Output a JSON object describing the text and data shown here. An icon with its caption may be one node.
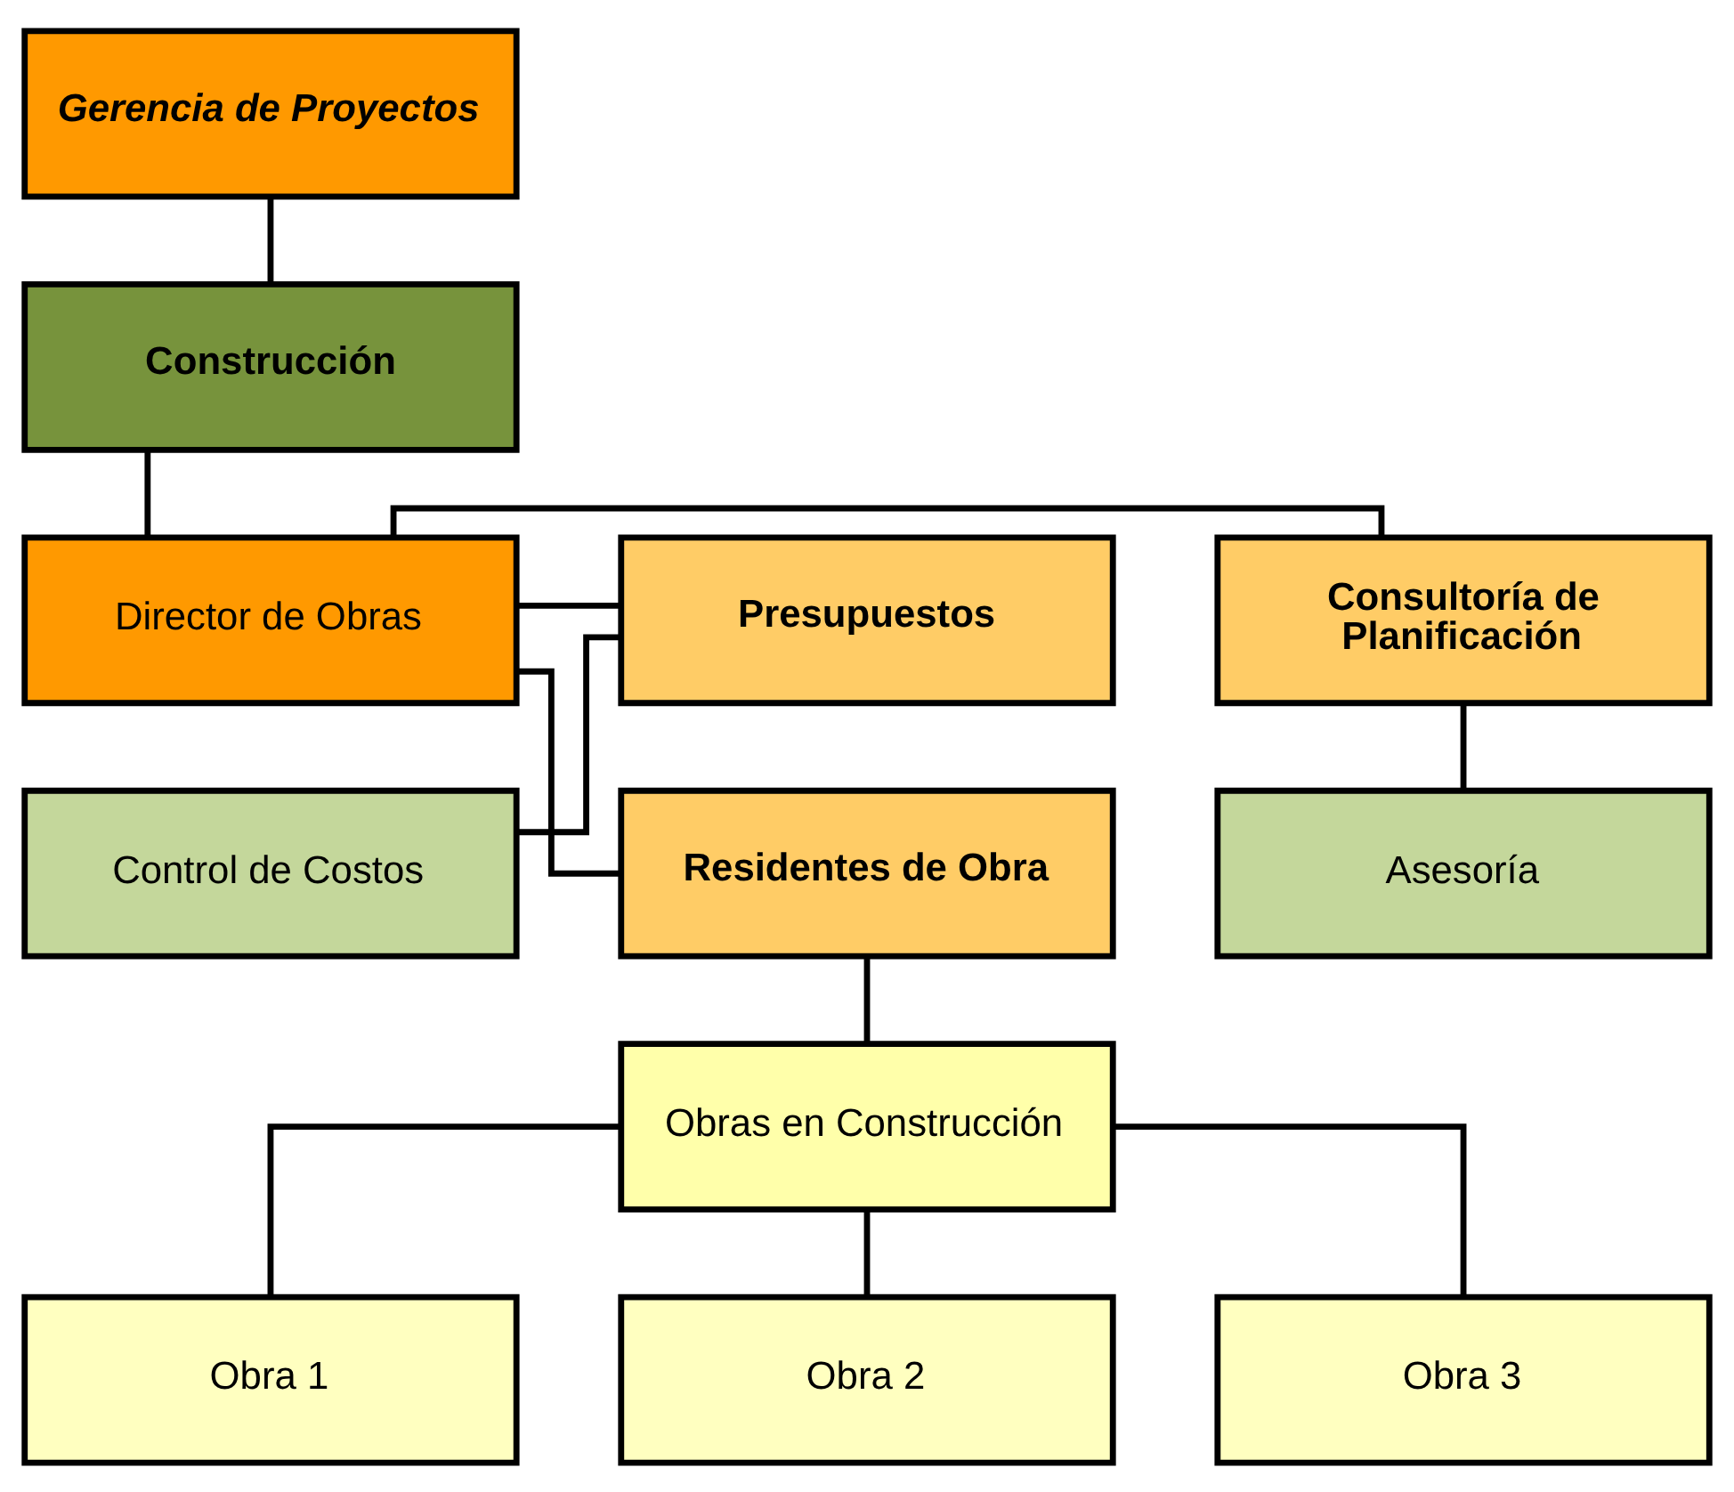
{
  "diagram": {
    "nodes": [
      {
        "text": [
          "Gerencia de Proyectos"
        ]
      },
      {
        "text": [
          "Construcción"
        ]
      },
      {
        "text": [
          "Presupuestos"
        ]
      },
      {
        "text": [
          "Director de Obras"
        ]
      },
      {
        "text": [
          "Consultoría de Planificación"
        ]
      },
      {
        "text": [
          "Control de Costos"
        ]
      },
      {
        "text": [
          "Residentes de Obra"
        ]
      },
      {
        "text": [
          "Asesoría"
        ]
      },
      {
        "text": [
          "Obras en Construcción"
        ]
      },
      {
        "text": [
          "Obra 1"
        ]
      },
      {
        "text": [
          "Obra 2"
        ]
      },
      {
        "text": [
          "Obra 3"
        ]
      }
    ],
    "edges": [
      {
        "from": 0,
        "to": 1,
        "arrow": "none"
      },
      {
        "from": 1,
        "to": 3,
        "arrow": "none"
      },
      {
        "from": 3,
        "to": 2,
        "arrow": "none"
      },
      {
        "from": 3,
        "to": 4,
        "arrow": "none"
      },
      {
        "from": 2,
        "to": 5,
        "arrow": "none"
      },
      {
        "from": 3,
        "to": 6,
        "arrow": "none"
      },
      {
        "from": 4,
        "to": 7,
        "arrow": "none"
      },
      {
        "from": 6,
        "to": 8,
        "arrow": "none"
      },
      {
        "from": 8,
        "to": 9,
        "arrow": "none"
      },
      {
        "from": 8,
        "to": 10,
        "arrow": "none"
      },
      {
        "from": 8,
        "to": 11,
        "arrow": "none"
      }
    ]
  }
}
